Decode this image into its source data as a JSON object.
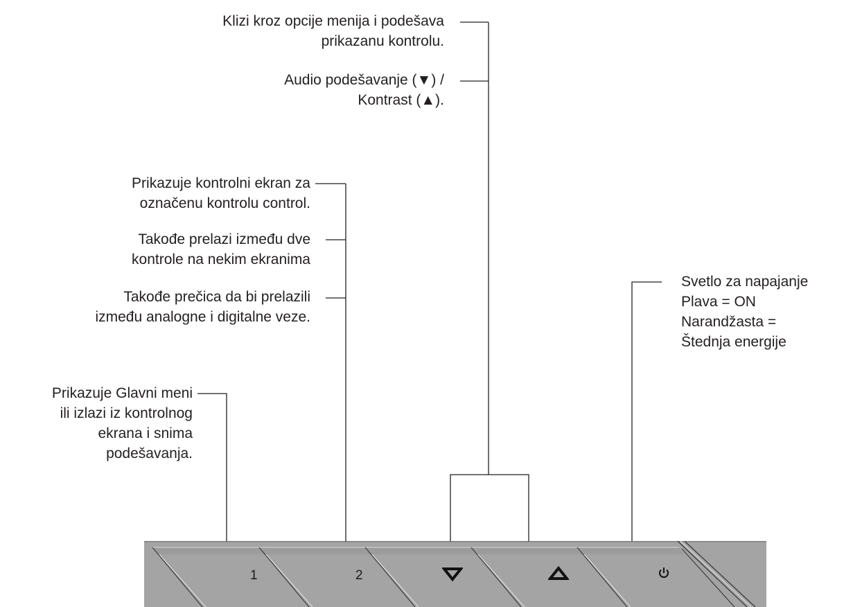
{
  "callouts": {
    "scroll": {
      "lines": [
        "Klizi kroz opcije menija i podešava",
        "prikazanu kontrolu."
      ]
    },
    "audio": {
      "lines": [
        "Audio podešavanje (▼) /",
        "Kontrast (▲)."
      ]
    },
    "show_control": {
      "lines": [
        "Prikazuje kontrolni ekran za",
        "označenu kontrolu  control."
      ]
    },
    "toggle": {
      "lines": [
        "Takođe prelazi između dve",
        "kontrole na nekim ekranima"
      ]
    },
    "shortcut": {
      "lines": [
        "Takođe prečica da bi prelazili",
        "između analogne i digitalne veze."
      ]
    },
    "main_menu": {
      "lines": [
        "Prikazuje Glavni meni",
        "ili izlazi iz kontrolnog",
        "ekrana i snima",
        "podešavanja."
      ]
    },
    "power_light": {
      "lines": [
        "Svetlo za napajanje",
        "Plava = ON",
        "Narandžasta =",
        "Štednja energije"
      ]
    }
  },
  "panel": {
    "buttons": [
      {
        "label": "1"
      },
      {
        "label": "2"
      },
      {
        "label": "",
        "icon": "triangle-down-icon"
      },
      {
        "label": "",
        "icon": "triangle-up-icon"
      },
      {
        "label": "",
        "icon": "power-icon"
      }
    ]
  }
}
